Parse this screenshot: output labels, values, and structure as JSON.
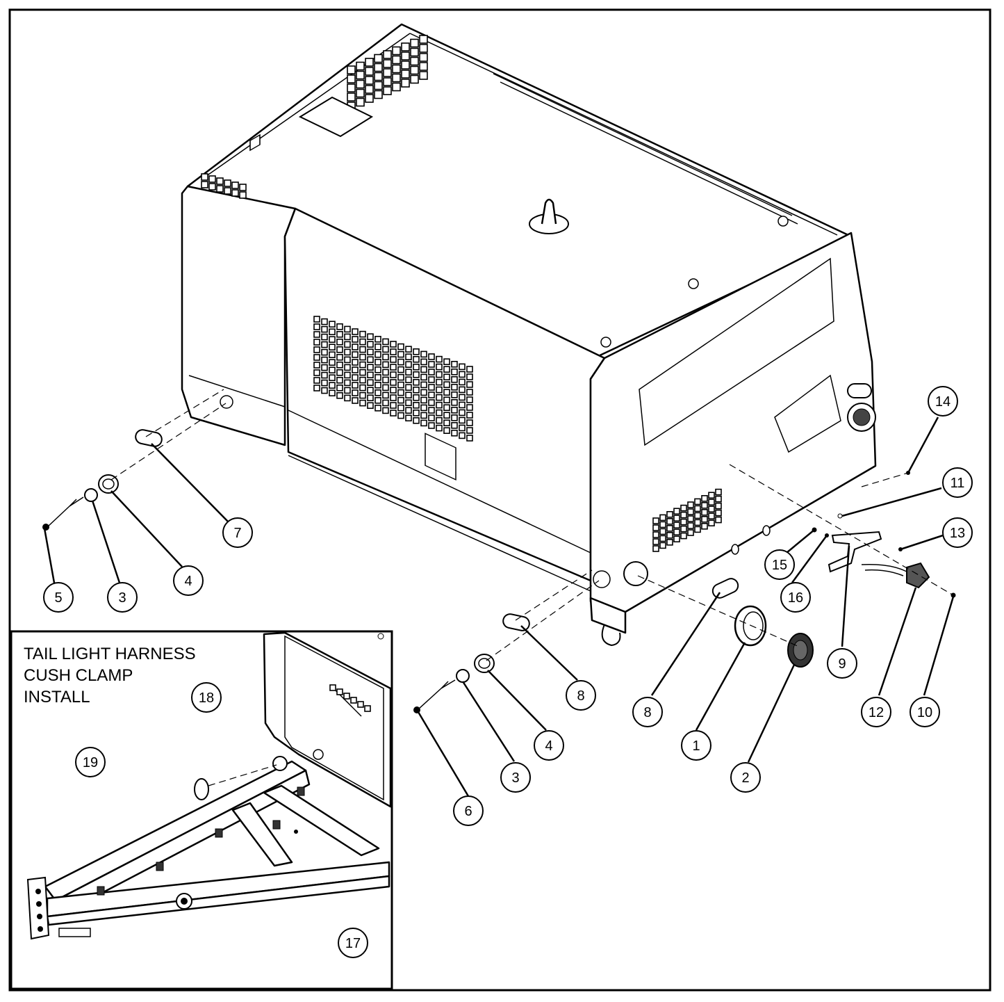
{
  "inset": {
    "title_lines": [
      "TAIL LIGHT HARNESS",
      "CUSH CLAMP",
      "INSTALL"
    ]
  },
  "callouts": [
    {
      "id": "c14",
      "label": "14"
    },
    {
      "id": "c11",
      "label": "11"
    },
    {
      "id": "c13",
      "label": "13"
    },
    {
      "id": "c7",
      "label": "7"
    },
    {
      "id": "c15",
      "label": "15"
    },
    {
      "id": "c16",
      "label": "16"
    },
    {
      "id": "c4a",
      "label": "4"
    },
    {
      "id": "c5",
      "label": "5"
    },
    {
      "id": "c3a",
      "label": "3"
    },
    {
      "id": "c9",
      "label": "9"
    },
    {
      "id": "c8a",
      "label": "8"
    },
    {
      "id": "c12",
      "label": "12"
    },
    {
      "id": "c10",
      "label": "10"
    },
    {
      "id": "c8b",
      "label": "8"
    },
    {
      "id": "c18",
      "label": "18"
    },
    {
      "id": "c4b",
      "label": "4"
    },
    {
      "id": "c1",
      "label": "1"
    },
    {
      "id": "c19",
      "label": "19"
    },
    {
      "id": "c3b",
      "label": "3"
    },
    {
      "id": "c2",
      "label": "2"
    },
    {
      "id": "c6",
      "label": "6"
    },
    {
      "id": "c17",
      "label": "17"
    }
  ]
}
